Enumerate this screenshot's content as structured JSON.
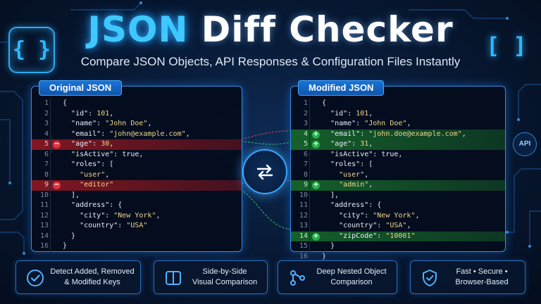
{
  "header": {
    "title_part1": "JSON",
    "title_part2": "Diff Checker",
    "subtitle": "Compare JSON Objects, API Responses & Configuration Files Instantly",
    "deco_left": "{ }",
    "deco_right": "[ ]",
    "api_badge": "API"
  },
  "left_panel": {
    "tab": "Original JSON",
    "lines": [
      {
        "n": "1",
        "text": "{",
        "state": "normal"
      },
      {
        "n": "2",
        "text": "  \"id\": 101,",
        "state": "normal"
      },
      {
        "n": "3",
        "text": "  \"name\": \"John Doe\",",
        "state": "normal"
      },
      {
        "n": "4",
        "text": "  \"email\": \"john@example.com\",",
        "state": "normal"
      },
      {
        "n": "5",
        "text": "  \"age\": 30,",
        "state": "removed"
      },
      {
        "n": "6",
        "text": "  \"isActive\": true,",
        "state": "normal"
      },
      {
        "n": "7",
        "text": "  \"roles\": [",
        "state": "normal"
      },
      {
        "n": "8",
        "text": "    \"user\",",
        "state": "normal"
      },
      {
        "n": "9",
        "text": "    \"editor\"",
        "state": "removed"
      },
      {
        "n": "10",
        "text": "  ],",
        "state": "normal"
      },
      {
        "n": "11",
        "text": "  \"address\": {",
        "state": "normal"
      },
      {
        "n": "12",
        "text": "    \"city\": \"New York\",",
        "state": "normal"
      },
      {
        "n": "13",
        "text": "    \"country\": \"USA\"",
        "state": "normal"
      },
      {
        "n": "14",
        "text": "  }",
        "state": "normal"
      },
      {
        "n": "16",
        "text": "}",
        "state": "normal"
      }
    ]
  },
  "right_panel": {
    "tab": "Modified JSON",
    "lines": [
      {
        "n": "1",
        "text": "{",
        "state": "normal"
      },
      {
        "n": "2",
        "text": "  \"id\": 101,",
        "state": "normal"
      },
      {
        "n": "3",
        "text": "  \"name\": \"John Doe\",",
        "state": "normal"
      },
      {
        "n": "4",
        "text": "  \"email\": \"john.doe@example.com\",",
        "state": "added"
      },
      {
        "n": "5",
        "text": "  \"age\": 31,",
        "state": "added"
      },
      {
        "n": "6",
        "text": "  \"isActive\": true,",
        "state": "normal"
      },
      {
        "n": "7",
        "text": "  \"roles\": [",
        "state": "normal"
      },
      {
        "n": "8",
        "text": "    \"user\",",
        "state": "normal"
      },
      {
        "n": "9",
        "text": "    \"admin\",",
        "state": "added"
      },
      {
        "n": "10",
        "text": "  ],",
        "state": "normal"
      },
      {
        "n": "11",
        "text": "  \"address\": {",
        "state": "normal"
      },
      {
        "n": "12",
        "text": "    \"city\": \"New York\",",
        "state": "normal"
      },
      {
        "n": "13",
        "text": "    \"country\": \"USA\",",
        "state": "normal"
      },
      {
        "n": "14",
        "text": "    \"zipCode\": \"10001\"",
        "state": "added"
      },
      {
        "n": "15",
        "text": "  }",
        "state": "normal"
      },
      {
        "n": "16",
        "text": "}",
        "state": "normal"
      }
    ]
  },
  "markers": {
    "removed": "−",
    "added": "+"
  },
  "swap_button": {
    "icon": "swap-arrows-icon"
  },
  "features": [
    {
      "icon": "check-circle-icon",
      "line1": "Detect Added, Removed",
      "line2": "& Modified Keys"
    },
    {
      "icon": "side-by-side-icon",
      "line1": "Side-by-Side",
      "line2": "Visual Comparison"
    },
    {
      "icon": "nested-tree-icon",
      "line1": "Deep Nested Object",
      "line2": "Comparison"
    },
    {
      "icon": "shield-check-icon",
      "line1": "Fast • Secure •",
      "line2": "Browser-Based"
    }
  ],
  "colors": {
    "accent": "#2f8fe6",
    "removed": "#e2323f",
    "added": "#27b04a",
    "string": "#f0d58a"
  }
}
